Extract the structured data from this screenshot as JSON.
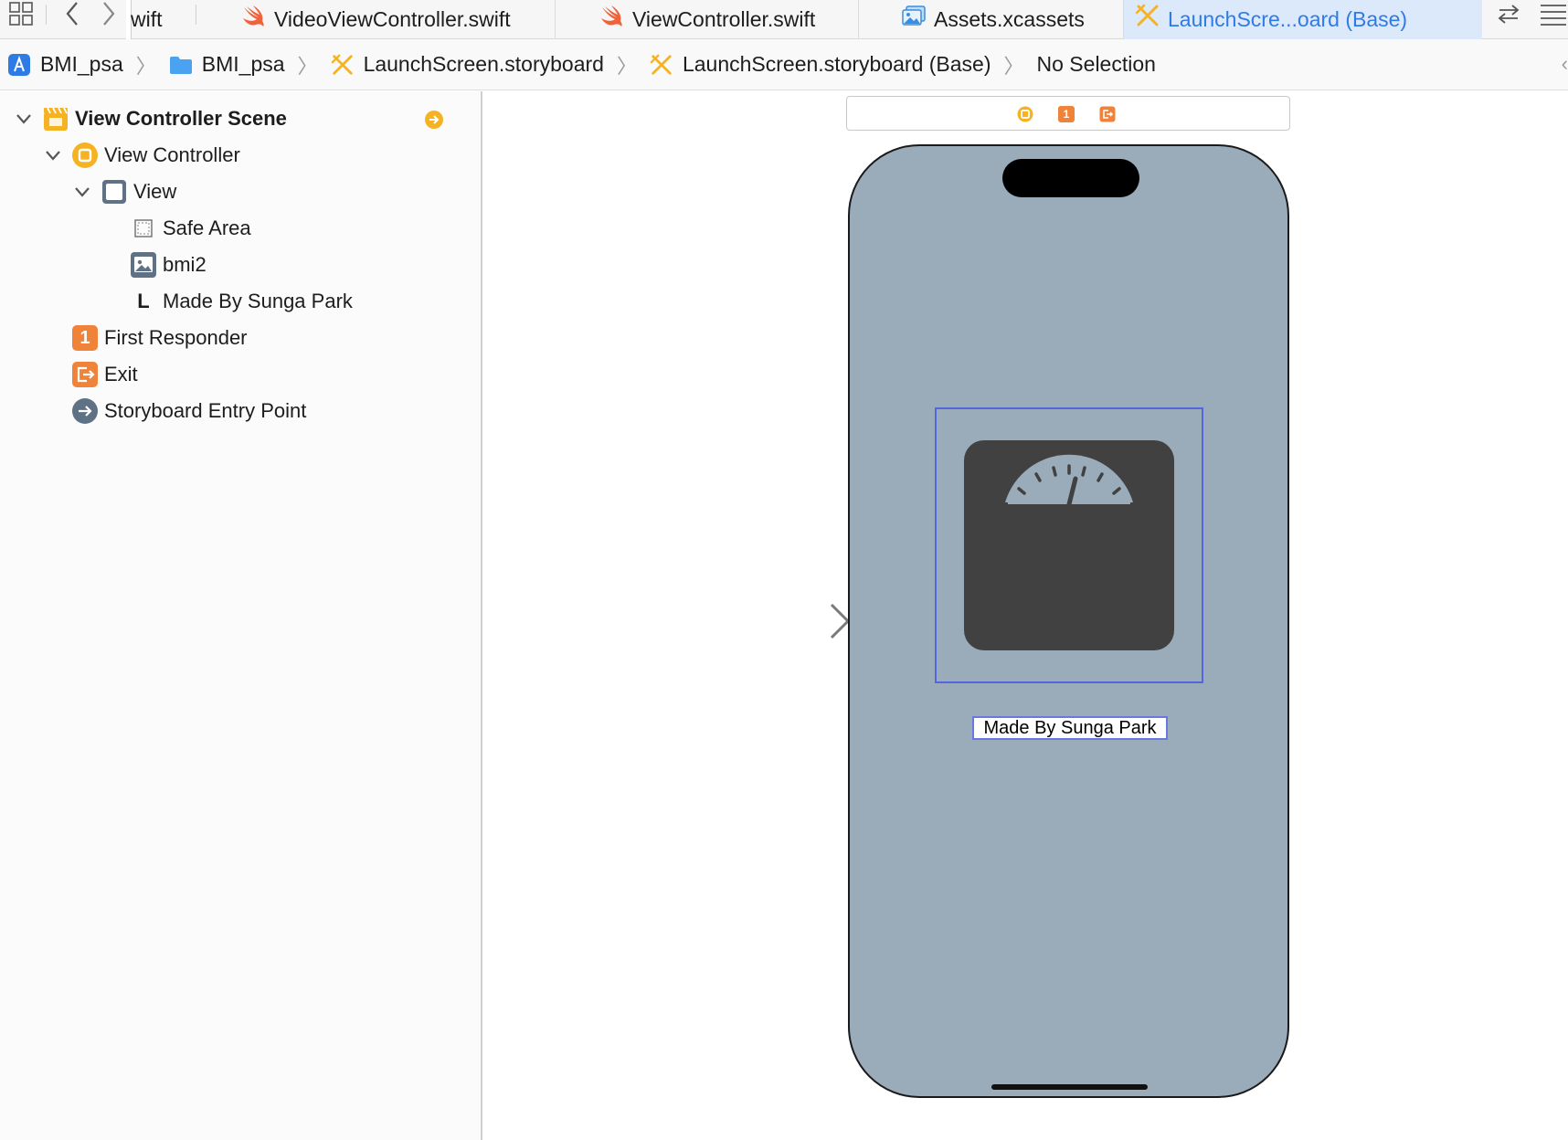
{
  "tabs": {
    "partial_label": "wift",
    "items": [
      {
        "label": "VideoViewController.swift",
        "icon": "swift-icon"
      },
      {
        "label": "ViewController.swift",
        "icon": "swift-icon"
      },
      {
        "label": "Assets.xcassets",
        "icon": "assets-icon"
      },
      {
        "label": "LaunchScre...oard (Base)",
        "icon": "storyboard-icon",
        "active": true
      }
    ]
  },
  "jumpbar": {
    "crumbs": [
      {
        "label": "BMI_psa",
        "icon": "app-project-icon"
      },
      {
        "label": "BMI_psa",
        "icon": "folder-icon"
      },
      {
        "label": "LaunchScreen.storyboard",
        "icon": "storyboard-icon"
      },
      {
        "label": "LaunchScreen.storyboard (Base)",
        "icon": "storyboard-icon"
      },
      {
        "label": "No Selection",
        "icon": ""
      }
    ]
  },
  "outline": {
    "scene": "View Controller Scene",
    "view_controller": "View Controller",
    "view": "View",
    "safe_area": "Safe Area",
    "image_view": "bmi2",
    "label_item": "Made By Sunga Park",
    "label_glyph": "L",
    "first_responder": "First Responder",
    "first_responder_glyph": "1",
    "exit": "Exit",
    "entry_point": "Storyboard Entry Point"
  },
  "canvas": {
    "dock_badge": "1",
    "label_text": "Made By Sunga Park"
  },
  "colors": {
    "accent": "#2f7be6",
    "device_background": "#9aabba",
    "scene_yellow": "#f5b324",
    "responder_orange": "#f0833a",
    "selection_blue": "#5566dd"
  }
}
